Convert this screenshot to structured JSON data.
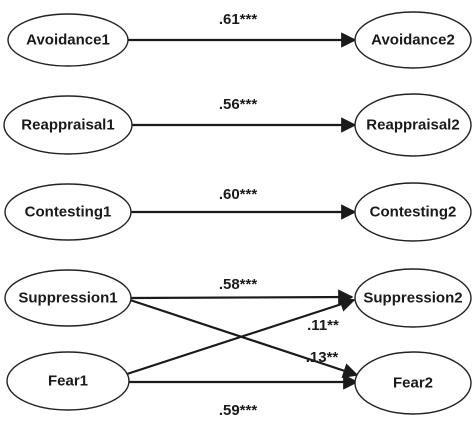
{
  "nodes": {
    "avoidance1": "Avoidance1",
    "avoidance2": "Avoidance2",
    "reappraisal1": "Reappraisal1",
    "reappraisal2": "Reappraisal2",
    "contesting1": "Contesting1",
    "contesting2": "Contesting2",
    "suppression1": "Suppression1",
    "suppression2": "Suppression2",
    "fear1": "Fear1",
    "fear2": "Fear2"
  },
  "edges": {
    "avoidance": ".61***",
    "reappraisal": ".56***",
    "contesting": ".60***",
    "suppression": ".58***",
    "fear1_to_suppression2": ".11**",
    "suppression1_to_fear2": ".13**",
    "fear": ".59***"
  }
}
